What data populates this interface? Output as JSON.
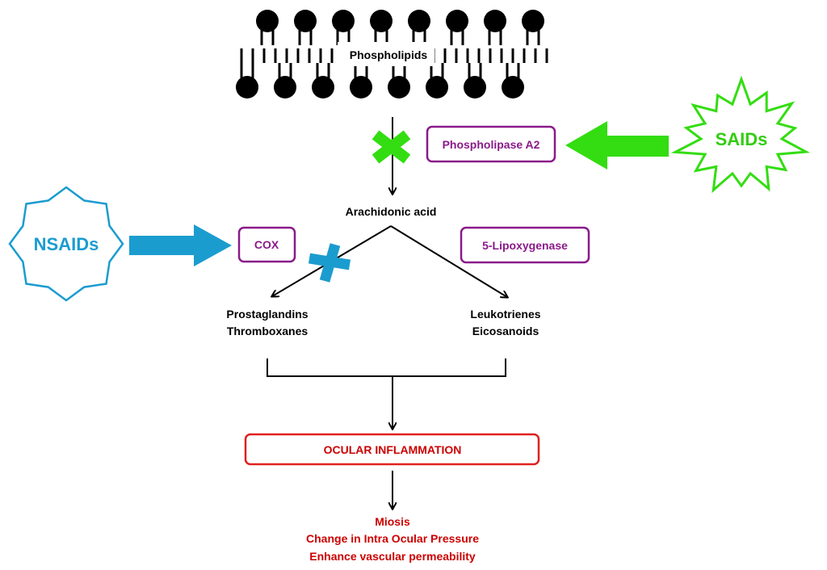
{
  "membrane": {
    "label": "Phospholipids"
  },
  "enzymes": {
    "phospholipase": "Phospholipase A2",
    "cox": "COX",
    "lipoxygenase": "5-Lipoxygenase"
  },
  "drugs": {
    "saids": "SAIDs",
    "nsaids": "NSAIDs"
  },
  "metabolites": {
    "arachidonic": "Arachidonic acid",
    "prostaglandins": "Prostaglandins",
    "thromboxanes": "Thromboxanes",
    "leukotrienes": "Leukotrienes",
    "eicosanoids": "Eicosanoids"
  },
  "outcome": {
    "title": "OCULAR INFLAMMATION",
    "effects": [
      "Miosis",
      "Change in Intra Ocular Pressure",
      "Enhance vascular permeability"
    ]
  },
  "colors": {
    "saids_green": "#33dd11",
    "nsaids_blue": "#1b9ccf",
    "enzyme_purple": "#8a1a8a",
    "outcome_red": "#e02020",
    "text_red": "#cc0000"
  }
}
